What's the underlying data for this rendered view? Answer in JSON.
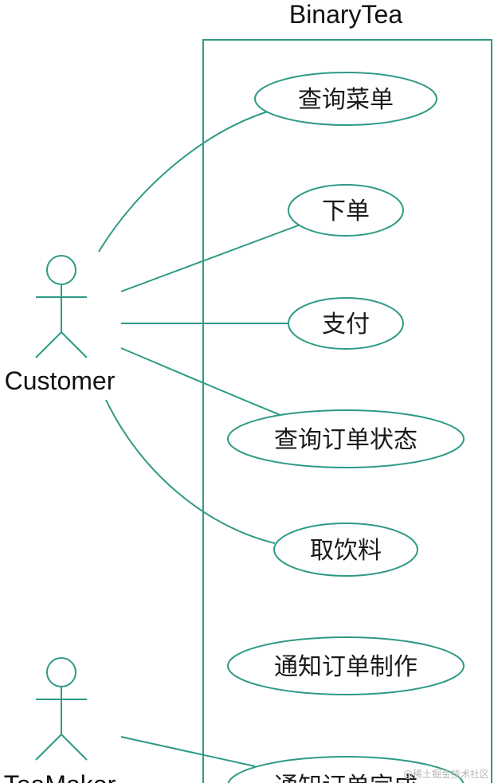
{
  "diagram": {
    "type": "use-case",
    "system_title": "BinaryTea",
    "line_color": "#2e9a86",
    "actors": [
      {
        "id": "customer",
        "label": "Customer"
      },
      {
        "id": "teamaker",
        "label": "TeaMaker"
      }
    ],
    "use_cases": [
      {
        "id": "uc1",
        "label": "查询菜单"
      },
      {
        "id": "uc2",
        "label": "下单"
      },
      {
        "id": "uc3",
        "label": "支付"
      },
      {
        "id": "uc4",
        "label": "查询订单状态"
      },
      {
        "id": "uc5",
        "label": "取饮料"
      },
      {
        "id": "uc6",
        "label": "通知订单制作"
      },
      {
        "id": "uc7",
        "label": "通知订单完成"
      }
    ],
    "associations": [
      {
        "from": "customer",
        "to": "uc1"
      },
      {
        "from": "customer",
        "to": "uc2"
      },
      {
        "from": "customer",
        "to": "uc3"
      },
      {
        "from": "customer",
        "to": "uc4"
      },
      {
        "from": "customer",
        "to": "uc5"
      },
      {
        "from": "teamaker",
        "to": "uc7"
      }
    ]
  },
  "watermark": "@稀土掘金技术社区"
}
